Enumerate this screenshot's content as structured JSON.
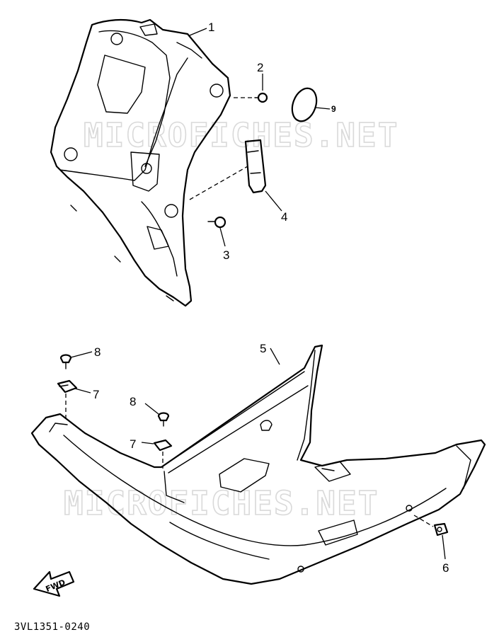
{
  "watermark": {
    "text": "MICROFICHES.NET"
  },
  "callouts": {
    "c1": "1",
    "c2": "2",
    "c3": "3",
    "c4": "4",
    "c5": "5",
    "c6": "6",
    "c7a": "7",
    "c7b": "7",
    "c8a": "8",
    "c8b": "8",
    "c9": "9"
  },
  "direction_arrow": {
    "label": "FWD"
  },
  "diagram_code": "3VL1351-0240"
}
